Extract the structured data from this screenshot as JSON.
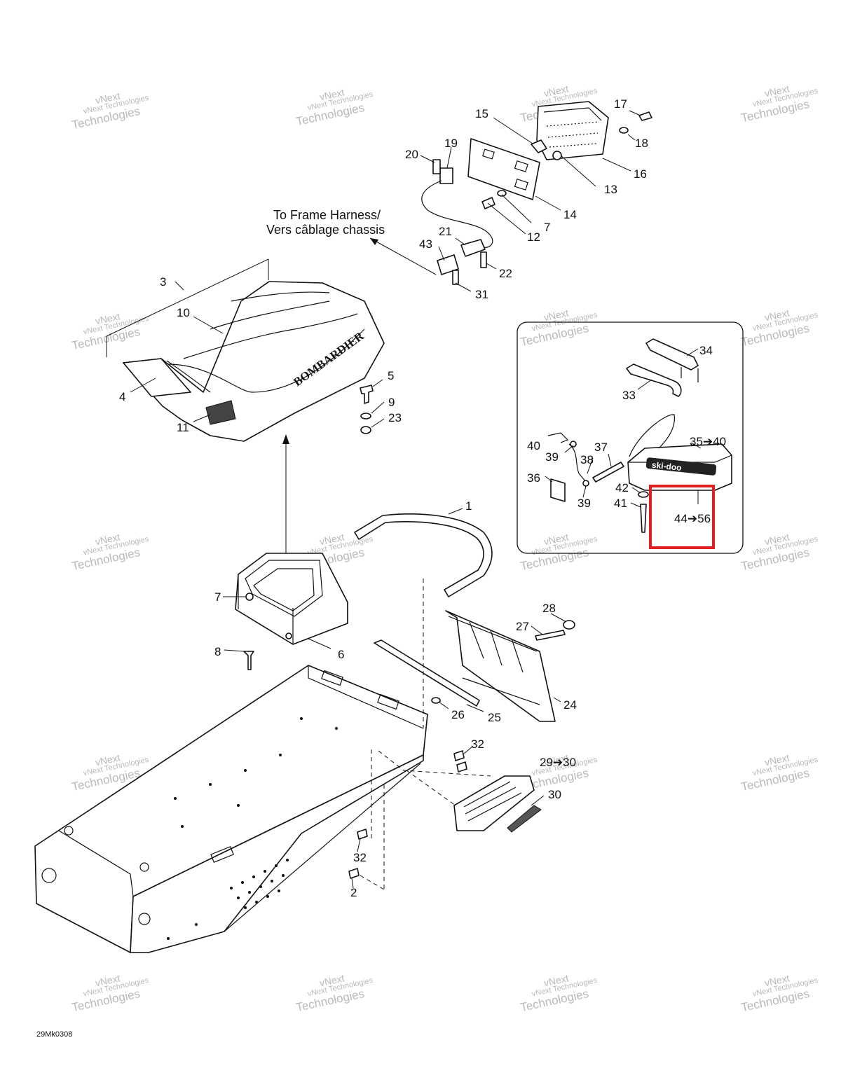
{
  "annotation": {
    "line1": "To Frame Harness/",
    "line2": "Vers câblage chassis"
  },
  "drawing_ref": "29Mk0308",
  "seat_brand": "BOMBARDIER",
  "bag_brand": "ski-doo",
  "watermark": {
    "line1": "vNext Technologies",
    "line2": "vNext",
    "line3": "Technologies"
  },
  "highlight_color": "#e02020",
  "labels": {
    "p1": "1",
    "p2": "2",
    "p3": "3",
    "p4": "4",
    "p5": "5",
    "p6": "6",
    "p7": "7",
    "p7b": "7",
    "p8": "8",
    "p9": "9",
    "p10": "10",
    "p11": "11",
    "p12": "12",
    "p13": "13",
    "p14": "14",
    "p15": "15",
    "p16": "16",
    "p17": "17",
    "p18": "18",
    "p19": "19",
    "p20": "20",
    "p21": "21",
    "p22": "22",
    "p23": "23",
    "p24": "24",
    "p25": "25",
    "p26": "26",
    "p27": "27",
    "p28": "28",
    "p29": "29➔30",
    "p30": "30",
    "p31": "31",
    "p32": "32",
    "p32b": "32",
    "p33": "33",
    "p34": "34",
    "p35": "35➔40",
    "p36": "36",
    "p37": "37",
    "p38": "38",
    "p39": "39",
    "p39b": "39",
    "p40": "40",
    "p41": "41",
    "p42": "42",
    "p43": "43",
    "p44": "44➔56"
  }
}
